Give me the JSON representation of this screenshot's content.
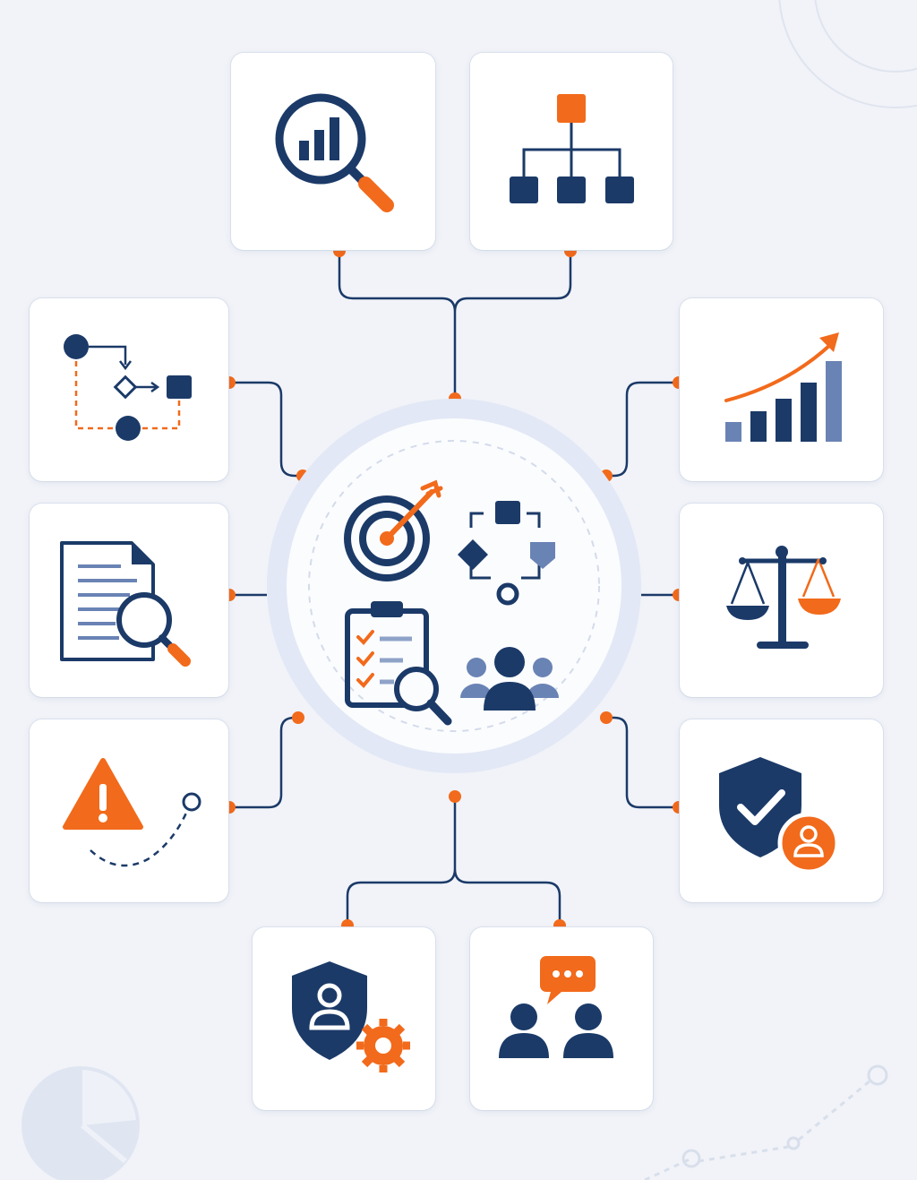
{
  "colors": {
    "navy": "#1b3a68",
    "orange": "#f26a1b",
    "muted_blue": "#6a83b5",
    "ring": "#e2e8f5",
    "background": "#f1f3f8",
    "card": "#ffffff"
  },
  "center_hub": {
    "icons": [
      "target-arrow-icon",
      "process-cycle-icon",
      "checklist-audit-icon",
      "team-icon"
    ]
  },
  "nodes": [
    {
      "position": "top-left",
      "icon": "analytics-search-icon"
    },
    {
      "position": "top-right",
      "icon": "org-chart-icon"
    },
    {
      "position": "left-upper",
      "icon": "process-flow-icon"
    },
    {
      "position": "left-middle",
      "icon": "document-review-icon"
    },
    {
      "position": "left-lower",
      "icon": "risk-warning-icon"
    },
    {
      "position": "right-upper",
      "icon": "growth-chart-icon"
    },
    {
      "position": "right-middle",
      "icon": "balance-scale-icon"
    },
    {
      "position": "right-lower",
      "icon": "shield-approval-icon"
    },
    {
      "position": "bottom-left",
      "icon": "user-security-settings-icon"
    },
    {
      "position": "bottom-right",
      "icon": "communication-icon"
    }
  ]
}
